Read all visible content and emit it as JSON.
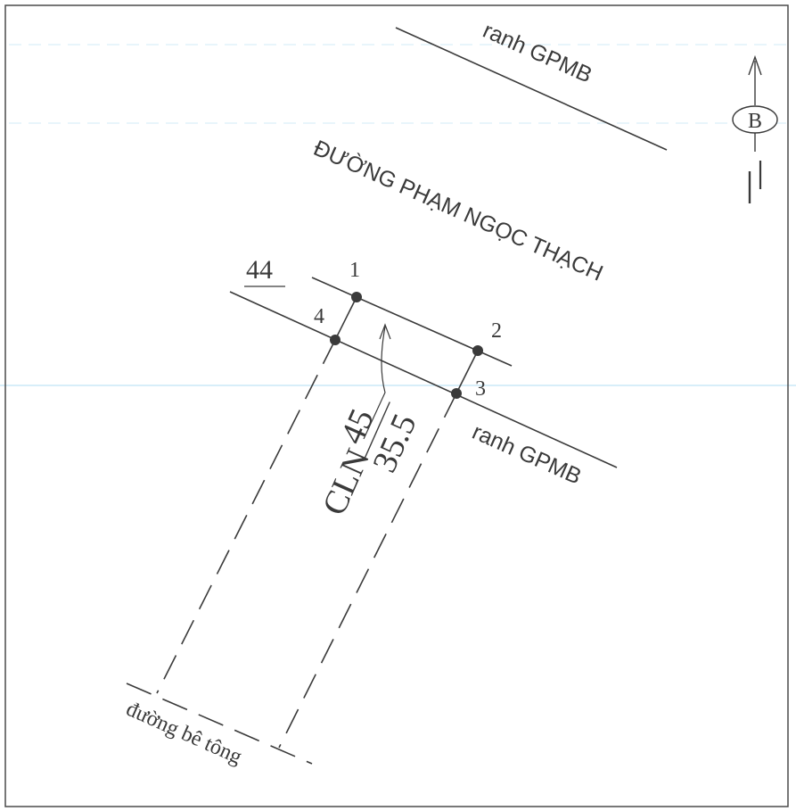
{
  "colors": {
    "paper": "#ffffff",
    "ink": "#3a3a3a",
    "frame": "#4a4a4a",
    "guide": "#bfe3f5"
  },
  "north": {
    "letter": "B"
  },
  "labels": {
    "road_name": "ĐƯỜNG PHẠM NGỌC THẠCH",
    "boundary_top": "ranh GPMB",
    "boundary_bottom": "ranh GPMB",
    "concrete_road": "đường bê tông",
    "neighbor_parcel": "44"
  },
  "parcel": {
    "land_type": "CLN",
    "parcel_number": "45",
    "area": "35.5"
  },
  "points": [
    {
      "label": "1"
    },
    {
      "label": "2"
    },
    {
      "label": "3"
    },
    {
      "label": "4"
    }
  ]
}
